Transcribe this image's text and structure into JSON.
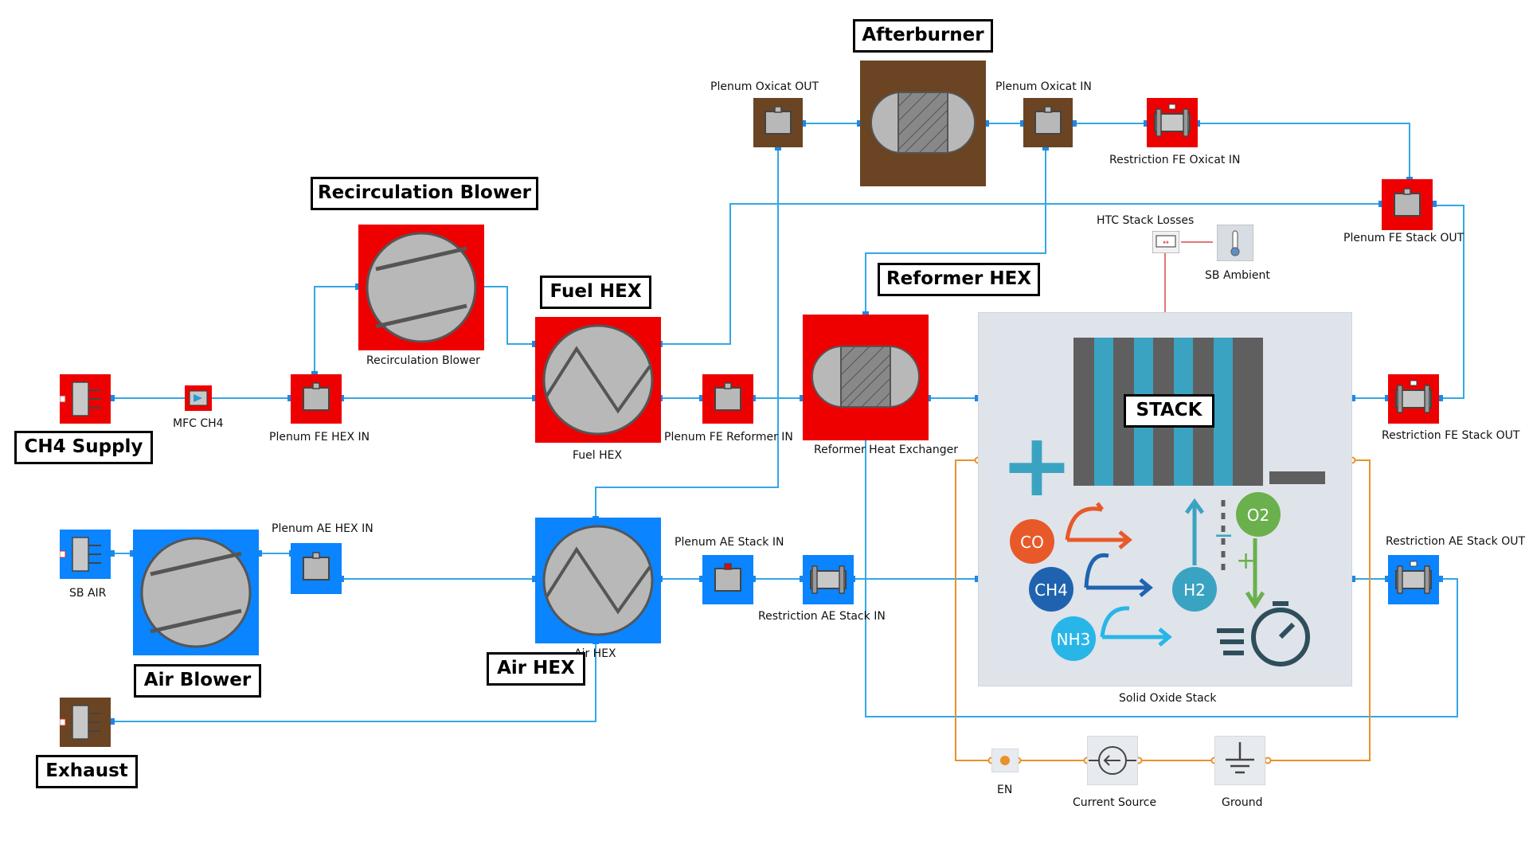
{
  "colors": {
    "fuel": "#ee0000",
    "air": "#0a84ff",
    "exhaust": "#6b4423",
    "stack_bg": "#dfe3ea",
    "wire_gas": "#35a6e6",
    "wire_elec": "#e8922a",
    "wire_thermal": "#e87474"
  },
  "callouts": {
    "afterburner": "Afterburner",
    "recirculation_blower": "Recirculation Blower",
    "fuel_hex": "Fuel HEX",
    "reformer_hex": "Reformer HEX",
    "ch4_supply": "CH4 Supply",
    "stack": "STACK",
    "air_blower": "Air Blower",
    "air_hex": "Air HEX",
    "exhaust": "Exhaust"
  },
  "labels": {
    "plenum_oxicat_out": "Plenum Oxicat OUT",
    "plenum_oxicat_in": "Plenum Oxicat IN",
    "restriction_fe_oxicat_in": "Restriction FE Oxicat IN",
    "htc_stack_losses": "HTC Stack Losses",
    "sb_ambient": "SB Ambient",
    "plenum_fe_stack_out": "Plenum FE Stack OUT",
    "recirculation_blower": "Recirculation Blower",
    "mfc_ch4": "MFC CH4",
    "plenum_fe_hex_in": "Plenum FE HEX IN",
    "fuel_hex": "Fuel HEX",
    "plenum_fe_reformer_in": "Plenum FE Reformer IN",
    "reformer_heat_exchanger": "Reformer Heat Exchanger",
    "restriction_fe_stack_out": "Restriction FE Stack OUT",
    "plenum_ae_hex_in": "Plenum AE HEX IN",
    "sb_air": "SB AIR",
    "plenum_ae_stack_in": "Plenum AE Stack IN",
    "restriction_ae_stack_in": "Restriction AE Stack IN",
    "restriction_ae_stack_out": "Restriction AE Stack OUT",
    "air_hex": "Air HEX",
    "solid_oxide_stack": "Solid Oxide Stack",
    "en": "EN",
    "current_source": "Current Source",
    "ground": "Ground"
  },
  "stack_icon": {
    "species": [
      "CO",
      "CH4",
      "NH3",
      "H2",
      "O2"
    ],
    "plus_sign": "+",
    "minus_sign": "−"
  }
}
